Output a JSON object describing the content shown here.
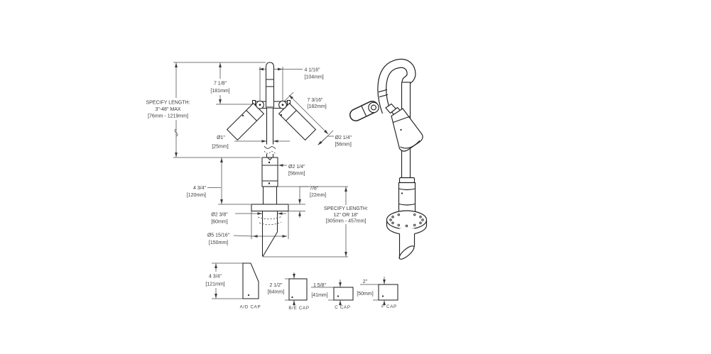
{
  "front_view": {
    "dims": {
      "specify_upper": {
        "l1": "SPECIFY LENGTH:",
        "l2": "3\"-48\" MAX",
        "l3": "[76mm - 1219mm]"
      },
      "height_7_1_8": {
        "l1": "7 1/8\"",
        "l2": "[181mm]"
      },
      "width_4_1_16": {
        "l1": "4 1/16\"",
        "l2": "[104mm]"
      },
      "diag_7_3_16": {
        "l1": "7 3/16\"",
        "l2": "[182mm]"
      },
      "dia_1": {
        "l1": "Ø1\"",
        "l2": "[25mm]"
      },
      "dia_2_1_4_spout": {
        "l1": "Ø2 1/4\"",
        "l2": "[56mm]"
      },
      "dia_2_1_4_body": {
        "l1": "Ø2 1/4\"",
        "l2": "[56mm]"
      },
      "height_4_3_4": {
        "l1": "4 3/4\"",
        "l2": "[120mm]"
      },
      "height_7_8": {
        "l1": "7/8\"",
        "l2": "[22mm]"
      },
      "specify_lower": {
        "l1": "SPECIFY LENGTH:",
        "l2": "12\" OR 18\"",
        "l3": "[305mm - 457mm]"
      },
      "dia_2_3_8": {
        "l1": "Ø2 3/8\"",
        "l2": "[60mm]"
      },
      "dia_5_15_16": {
        "l1": "Ø5 15/16\"",
        "l2": "[150mm]"
      }
    }
  },
  "caps": [
    {
      "dim1": "4 3/4\"",
      "dim2": "[121mm]",
      "label": "A/D CAP"
    },
    {
      "dim1": "2 1/2\"",
      "dim2": "[64mm]",
      "label": "B/E CAP"
    },
    {
      "dim1": "1 5/8\"",
      "dim2": "[41mm]",
      "label": "C CAP"
    },
    {
      "dim1": "2\"",
      "dim2": "[50mm]",
      "label": "F CAP"
    }
  ],
  "colors": {
    "line": "#232323",
    "dimension": "#4a4a4a",
    "text": "#3b3b3b",
    "background": "#ffffff"
  }
}
